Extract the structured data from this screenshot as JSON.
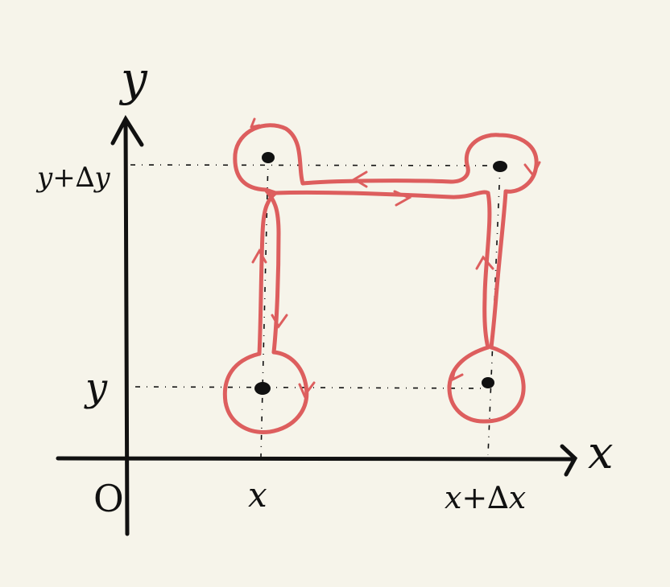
{
  "labels": {
    "y_axis": "y",
    "x_axis": "x",
    "origin": "O",
    "y_lower": "y",
    "y_upper": "y+∆y",
    "x_left": "x",
    "x_right": "x+∆x"
  },
  "colors": {
    "background": "#f6f4ea",
    "ink": "#111111",
    "loop": "#dd5e5e"
  }
}
